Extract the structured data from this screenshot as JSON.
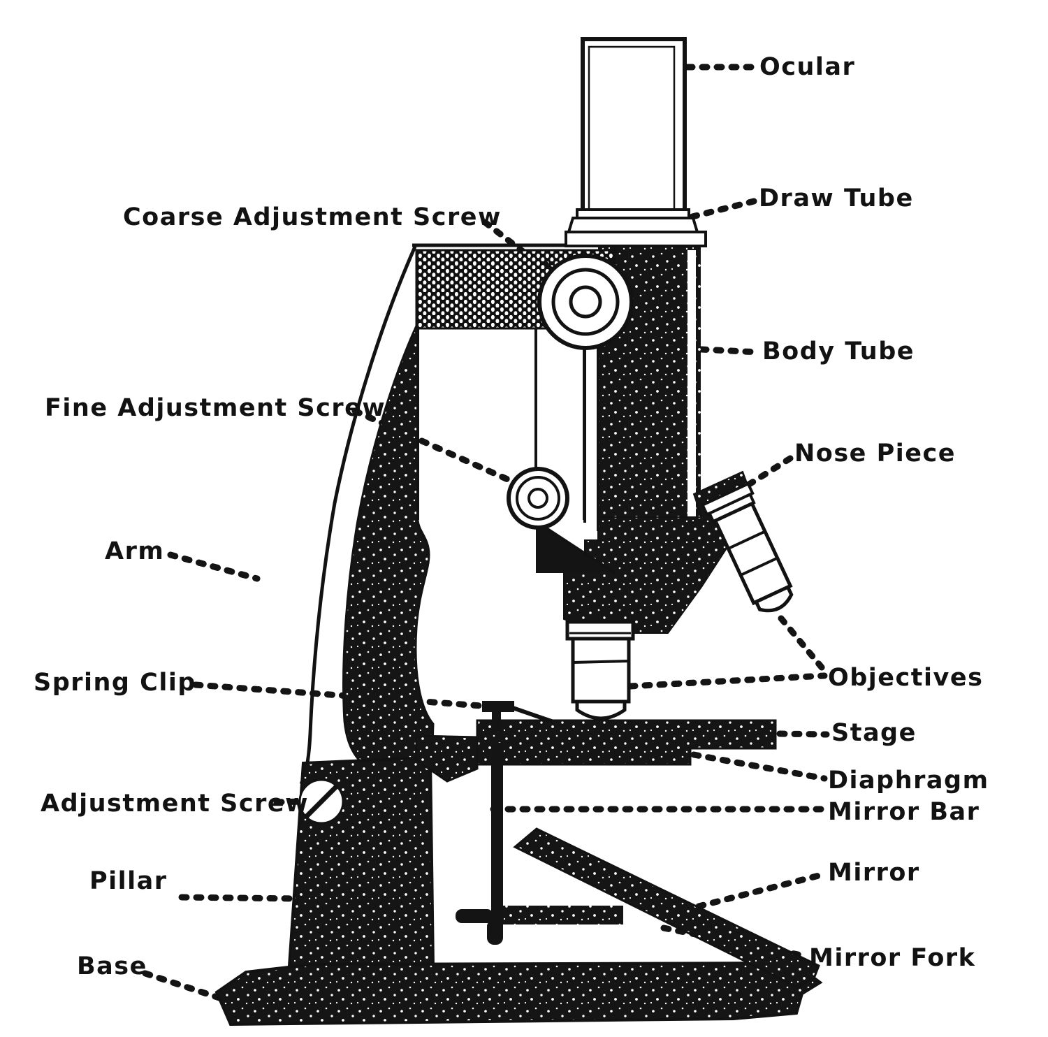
{
  "title": "Microscope parts diagram",
  "style": {
    "ink_color": "#121212",
    "background_color": "#ffffff"
  },
  "labels": {
    "ocular": "Ocular",
    "draw_tube": "Draw Tube",
    "body_tube": "Body Tube",
    "nose_piece": "Nose Piece",
    "objectives": "Objectives",
    "stage": "Stage",
    "diaphragm": "Diaphragm",
    "mirror_bar": "Mirror Bar",
    "mirror": "Mirror",
    "mirror_fork": "Mirror Fork",
    "coarse_adjustment_screw": "Coarse Adjustment Screw",
    "fine_adjustment_screw": "Fine Adjustment Screw",
    "arm": "Arm",
    "spring_clip": "Spring Clip",
    "adjustment_screw": "Adjustment Screw",
    "pillar": "Pillar",
    "base": "Base"
  }
}
